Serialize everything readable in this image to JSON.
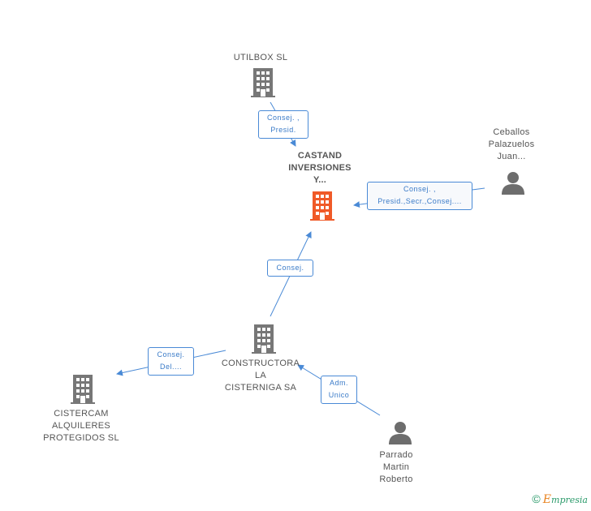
{
  "colors": {
    "edge": "#4a8ad6",
    "node_company": "#777777",
    "node_main": "#f05a28",
    "node_person": "#6d6d6d"
  },
  "nodes": {
    "utilbox": {
      "label_lines": [
        "UTILBOX SL"
      ],
      "icon": "building-icon"
    },
    "castand": {
      "label_lines": [
        "CASTAND",
        "INVERSIONES",
        "Y..."
      ],
      "icon": "building-icon"
    },
    "ceballos": {
      "label_lines": [
        "Ceballos",
        "Palazuelos",
        "Juan..."
      ],
      "icon": "person-icon"
    },
    "constructora": {
      "label_lines": [
        "CONSTRUCTORA",
        "LA",
        "CISTERNIGA SA"
      ],
      "icon": "building-icon"
    },
    "cistercam": {
      "label_lines": [
        "CISTERCAM",
        "ALQUILERES",
        "PROTEGIDOS SL"
      ],
      "icon": "building-icon"
    },
    "parrado": {
      "label_lines": [
        "Parrado",
        "Martin",
        "Roberto"
      ],
      "icon": "person-icon"
    }
  },
  "edges": {
    "utilbox_castand": [
      "Consej. ,",
      "Presid."
    ],
    "ceballos_castand": [
      "Consej. ,",
      "Presid.,Secr.,Consej...."
    ],
    "constructora_castand": [
      "Consej."
    ],
    "constructora_cistercam": [
      "Consej.",
      "Del...."
    ],
    "parrado_constructora": [
      "Adm.",
      "Unico"
    ]
  },
  "footer": {
    "copyright_symbol": "©",
    "brand_initial": "E",
    "brand_rest": "mpresia"
  }
}
